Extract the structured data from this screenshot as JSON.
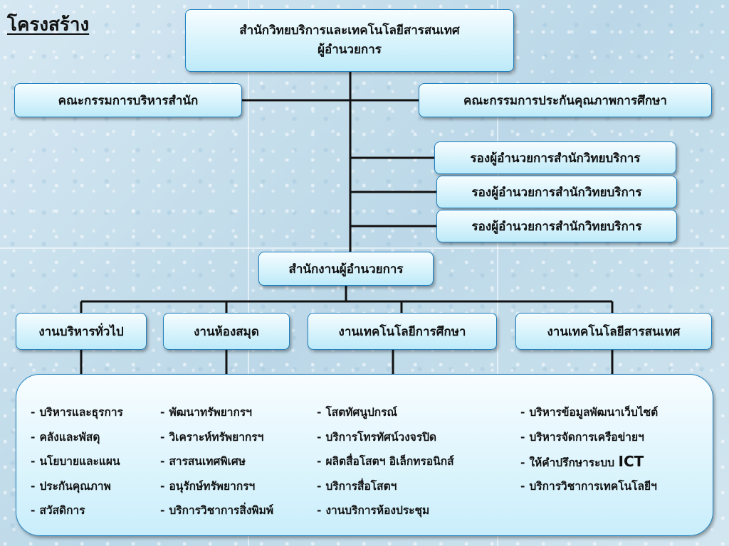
{
  "title": "โครงสร้าง",
  "director": {
    "line1": "สำนักวิทยบริการและเทคโนโลยีสารสนเทศ",
    "line2": "ผู้อำนวยการ"
  },
  "committee_left": "คณะกรรมการบริหารสำนัก",
  "committee_right": "คณะกรรมการประกันคุณภาพการศึกษา",
  "deputies": [
    "รองผู้อำนวยการสำนักวิทยบริการ",
    "รองผู้อำนวยการสำนักวิทยบริการ",
    "รองผู้อำนวยการสำนักวิทยบริการ"
  ],
  "office": "สำนักงานผู้อำนวยการ",
  "departments": [
    "งานบริหารทั่วไป",
    "งานห้องสมุด",
    "งานเทคโนโลยีการศึกษา",
    "งานเทคโนโลยีสารสนเทศ"
  ],
  "tasks": {
    "col1": [
      "บริหารและธุรการ",
      "คลังและพัสดุ",
      "นโยบายและแผน",
      "ประกันคุณภาพ",
      "สวัสดิการ"
    ],
    "col2": [
      "พัฒนาทรัพยากรฯ",
      "วิเคราะห์ทรัพยากรฯ",
      "สารสนเทศพิเศษ",
      "อนุรักษ์ทรัพยากรฯ",
      "บริการวิชาการสิ่งพิมพ์"
    ],
    "col3": [
      "โสตทัศนูปกรณ์",
      "บริการโทรทัศน์วงจรปิด",
      "ผลิตสื่อโสตฯ อิเล็กทรอนิกส์",
      "บริการสื่อโสตฯ",
      "งานบริการห้องประชุม"
    ],
    "col4": [
      "บริหารข้อมูลพัฒนาเว็บไซต์",
      "บริหารจัดการเครือข่ายฯ",
      "ให้คำปรึกษาระบบ",
      "บริการวิชาการเทคโนโลยีฯ"
    ],
    "col4_ict": "ICT"
  },
  "dash": "-"
}
